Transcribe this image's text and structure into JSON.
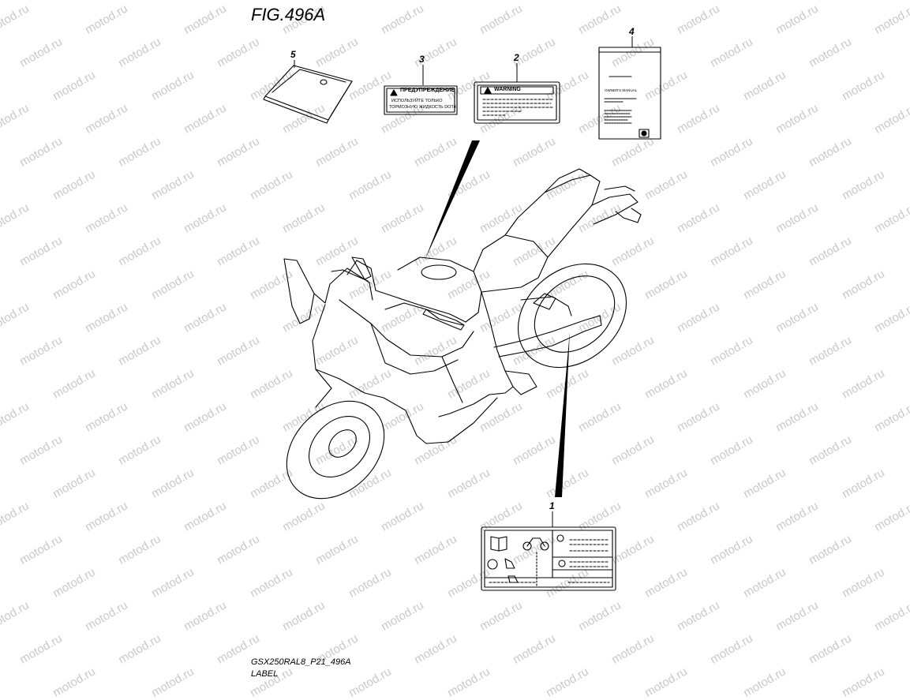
{
  "figure": {
    "title": "FIG.496A",
    "watermark": "motod.ru",
    "code": "GSX250RAL8_P21_496A",
    "caption": "LABEL"
  },
  "callouts": [
    {
      "id": "1",
      "label": "1"
    },
    {
      "id": "2",
      "label": "2"
    },
    {
      "id": "3",
      "label": "3"
    },
    {
      "id": "4",
      "label": "4"
    },
    {
      "id": "5",
      "label": "5"
    }
  ],
  "labels": {
    "warning_label": {
      "heading": "WARNING"
    },
    "brake_fluid_label": {
      "heading": "ПРЕДУПРЕЖДЕНИЕ",
      "line1": "ИСПОЛЬЗУЙТЕ ТОЛЬКО",
      "line2": "ТОРМОЗНУЮ ЖИДКОСТЬ DOT4."
    },
    "manual": {
      "title": "OWNER'S MANUAL"
    }
  },
  "colors": {
    "line": "#000000",
    "watermark": "#c9c9c9"
  }
}
